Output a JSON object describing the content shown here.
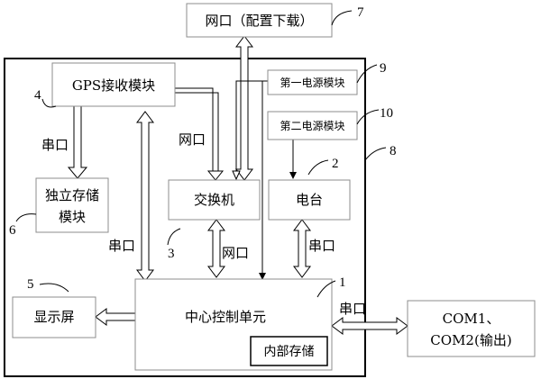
{
  "nodes": {
    "network_port": "网口（配置下载）",
    "gps_module": "GPS接收模块",
    "power1": "第一电源模块",
    "power2": "第二电源模块",
    "storage": [
      "独立存储",
      "模块"
    ],
    "switch": "交换机",
    "radio": "电台",
    "display": "显示屏",
    "control": "中心控制单元",
    "internal_storage": "内部存储",
    "com_output": [
      "COM1、",
      "COM2(输出)"
    ]
  },
  "edge_labels": {
    "serial_gps_storage": "串口",
    "net_switch": "网口",
    "serial_gps_control": "串口",
    "net_switch_control": "网口",
    "serial_radio_control": "串口",
    "serial_com": "串口"
  },
  "callouts": {
    "n1": "1",
    "n2": "2",
    "n3": "3",
    "n4": "4",
    "n5": "5",
    "n6": "6",
    "n7": "7",
    "n8": "8",
    "n9": "9",
    "n10": "10"
  }
}
